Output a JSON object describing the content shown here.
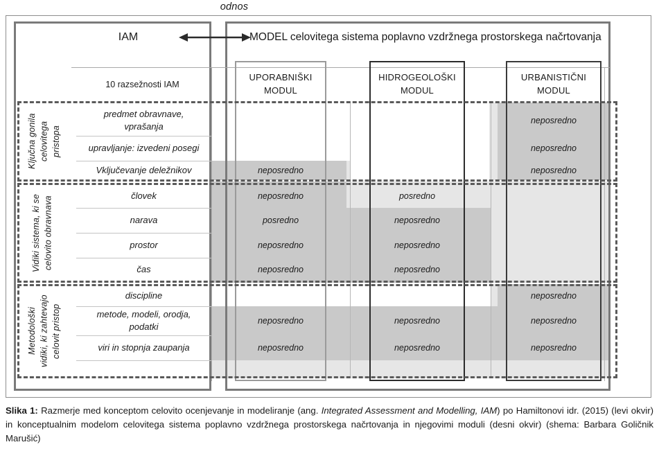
{
  "figure": {
    "relation_label": "odnos",
    "left_frame_title": "IAM",
    "right_frame_title": "MODEL celovitega sistema poplavno vzdržnega prostorskega načrtovanja",
    "row_header_label": "10 razsežnosti IAM",
    "modules": [
      {
        "line1": "UPORABNIŠKI",
        "line2": "MODUL"
      },
      {
        "line1": "HIDROGEOLOŠKI",
        "line2": "MODUL"
      },
      {
        "line1": "URBANISTIČNI",
        "line2": "MODUL"
      }
    ],
    "groups": [
      {
        "label": "Ključna gonila\ncelovitega\npristopa",
        "rows": [
          {
            "label": "predmet obravnave,\nvprašanja",
            "values": [
              "",
              "",
              "neposredno"
            ]
          },
          {
            "label": "upravljanje: izvedeni posegi",
            "values": [
              "",
              "",
              "neposredno"
            ]
          },
          {
            "label": "Vključevanje deležnikov",
            "values": [
              "neposredno",
              "",
              "neposredno"
            ]
          }
        ]
      },
      {
        "label": "Vidiki sistema, ki se\ncelovito obravnava",
        "rows": [
          {
            "label": "človek",
            "values": [
              "neposredno",
              "posredno",
              ""
            ]
          },
          {
            "label": "narava",
            "values": [
              "posredno",
              "neposredno",
              ""
            ]
          },
          {
            "label": "prostor",
            "values": [
              "neposredno",
              "neposredno",
              ""
            ]
          },
          {
            "label": "čas",
            "values": [
              "neposredno",
              "neposredno",
              ""
            ]
          }
        ]
      },
      {
        "label": "Metodološki\nvidiki, ki zahtevajo\ncelovit pristop",
        "rows": [
          {
            "label": "discipline",
            "values": [
              "",
              "",
              "neposredno"
            ]
          },
          {
            "label": "metode, modeli, orodja,\npodatki",
            "values": [
              "neposredno",
              "neposredno",
              "neposredno"
            ]
          },
          {
            "label": "viri in stopnja zaupanja",
            "values": [
              "neposredno",
              "neposredno",
              "neposredno"
            ]
          }
        ]
      }
    ]
  },
  "caption": {
    "prefix": "Slika 1:",
    "text_1": " Razmerje med konceptom celovito ocenjevanje in modeliranje (ang. ",
    "italic_1": "Integrated Assessment and Modelling, IAM",
    "text_2": ") po Hamiltonovi idr. (2015) (levi okvir) in konceptualnim modelom celovitega sistema poplavno vzdržnega prostorskega načrtovanja in njegovimi moduli (desni okvir) (shema: Barbara Goličnik Marušić)"
  },
  "colors": {
    "frame_gray": "#7a7a7a",
    "module_gray": "#9a9a9a",
    "module_black": "#2b2b2b",
    "shade_dark": "#c9c9c9",
    "shade_light": "#e6e6e6",
    "dashed_gray": "#5a5a5a"
  }
}
